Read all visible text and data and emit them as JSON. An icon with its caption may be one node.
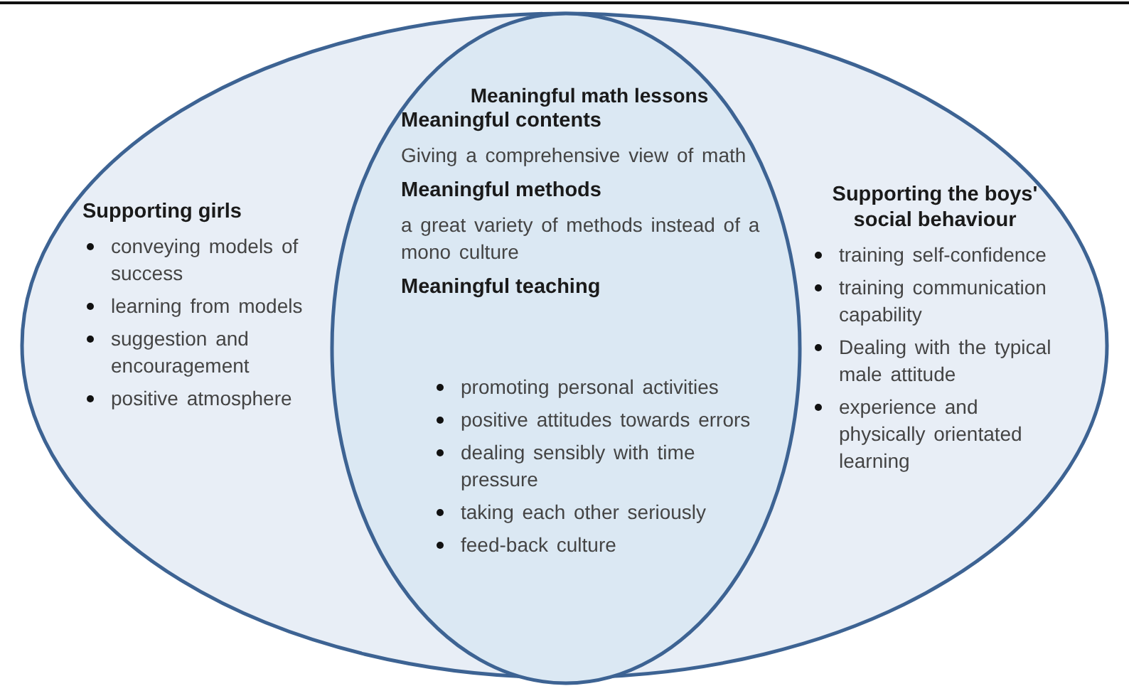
{
  "diagram": {
    "nodes": [
      {
        "text": [
          "Supporting girls",
          "conveying models of success",
          "learning from models",
          "suggestion and encouragement",
          "positive atmosphere",
          "Supporting the boys' social behaviour",
          "training self-confidence",
          "training communication capability",
          "Dealing with the typical male attitude",
          "experience and physically orientated learning"
        ]
      },
      {
        "text": [
          "Meaningful math lessons",
          "Meaningful contents",
          "Giving a comprehensive view of math",
          "Meaningful methods",
          "a great variety of methods instead of a  mono culture",
          "Meaningful teaching",
          "promoting personal activities",
          "positive attitudes towards errors",
          "dealing sensibly with time pressure",
          "taking each other seriously",
          "feed-back culture"
        ],
        "in": 0
      }
    ]
  }
}
